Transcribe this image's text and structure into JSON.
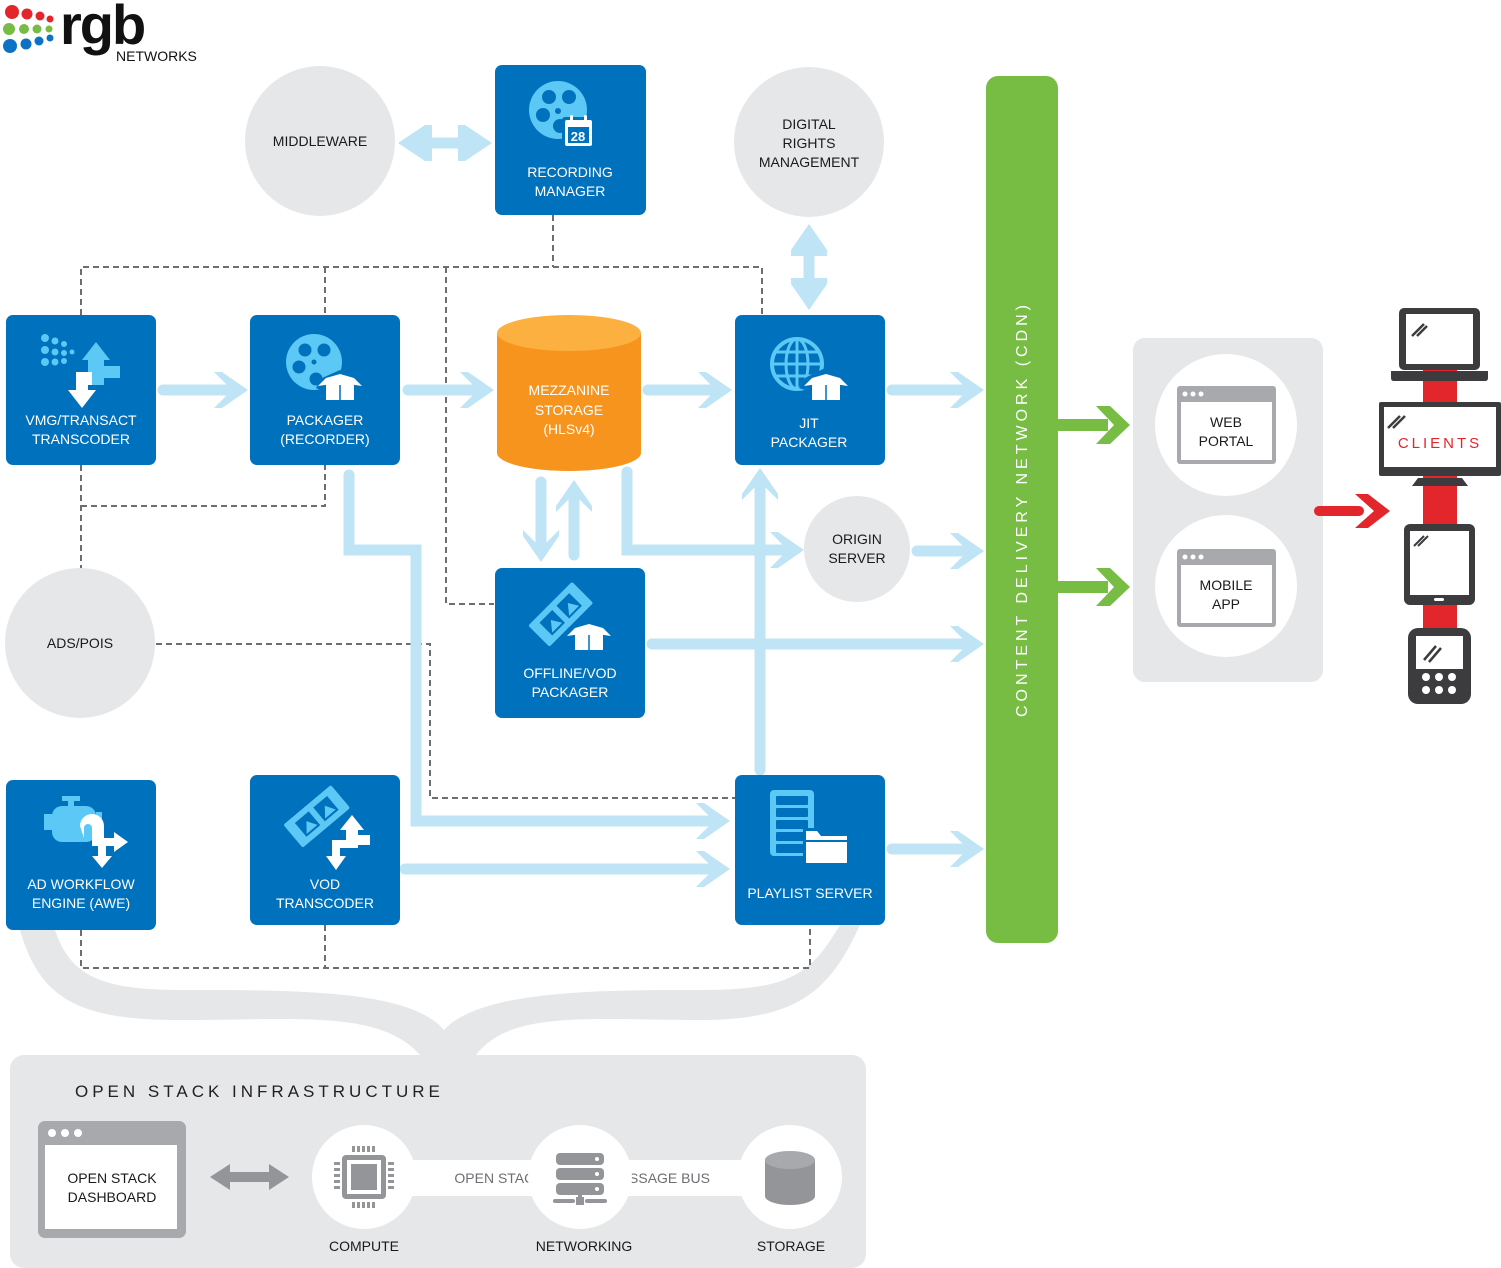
{
  "logo": {
    "wordmark": "rgb",
    "subtitle": "NETWORKS",
    "dot_colors": [
      "#e3262b",
      "#77bd43",
      "#0d72c3"
    ]
  },
  "colors": {
    "component_blue": "#0071bc",
    "icon_light_blue": "#5bc8f5",
    "flow_arrow": "#bfe4f6",
    "storage_orange": "#f7941d",
    "cdn_green": "#77bd43",
    "client_red": "#e3262b",
    "neutral_grey": "#e6e7e8",
    "device_dark": "#3c3c3e"
  },
  "components": {
    "recording_manager": {
      "lines": [
        "RECORDING",
        "MANAGER"
      ],
      "icon": "film-reel-calendar-icon",
      "calendar_day": "28"
    },
    "vmg_transcoder": {
      "lines": [
        "VMG/TRANSACT",
        "TRANSCODER"
      ],
      "icon": "transcode-arrows-icon"
    },
    "packager_recorder": {
      "lines": [
        "PACKAGER",
        "(RECORDER)"
      ],
      "icon": "film-reel-box-icon"
    },
    "mezzanine_storage": {
      "lines": [
        "MEZZANINE",
        "STORAGE",
        "(HLSv4)"
      ],
      "icon": "database-cylinder"
    },
    "jit_packager": {
      "lines": [
        "JIT",
        "PACKAGER"
      ],
      "icon": "globe-box-icon"
    },
    "offline_vod_packager": {
      "lines": [
        "OFFLINE/VOD",
        "PACKAGER"
      ],
      "icon": "filmstrip-box-icon"
    },
    "ad_workflow_engine": {
      "lines": [
        "AD WORKFLOW",
        "ENGINE (AWE)"
      ],
      "icon": "engine-arrows-icon"
    },
    "vod_transcoder": {
      "lines": [
        "VOD",
        "TRANSCODER"
      ],
      "icon": "filmstrip-arrows-icon"
    },
    "playlist_server": {
      "lines": [
        "PLAYLIST SERVER"
      ],
      "icon": "server-folder-icon"
    }
  },
  "external_nodes": {
    "middleware": {
      "lines": [
        "MIDDLEWARE"
      ]
    },
    "drm": {
      "lines": [
        "DIGITAL",
        "RIGHTS",
        "MANAGEMENT"
      ]
    },
    "origin_server": {
      "lines": [
        "ORIGIN",
        "SERVER"
      ]
    },
    "ads_pois": {
      "lines": [
        "ADS/POIS"
      ]
    }
  },
  "cdn": {
    "label": "CONTENT DELIVERY NETWORK (CDN)"
  },
  "portals": {
    "web_portal": {
      "lines": [
        "WEB",
        "PORTAL"
      ]
    },
    "mobile_app": {
      "lines": [
        "MOBILE",
        "APP"
      ]
    }
  },
  "clients": {
    "label": "CLIENTS",
    "devices": [
      "laptop",
      "monitor",
      "tablet",
      "phone"
    ]
  },
  "infrastructure": {
    "title": "OPEN STACK INFRASTRUCTURE",
    "dashboard": {
      "lines": [
        "OPEN STACK",
        "DASHBOARD"
      ]
    },
    "compute": "COMPUTE",
    "networking": "NETWORKING",
    "storage": "STORAGE",
    "bus_left": "OPEN STACK",
    "bus_right": "MESSAGE BUS"
  }
}
